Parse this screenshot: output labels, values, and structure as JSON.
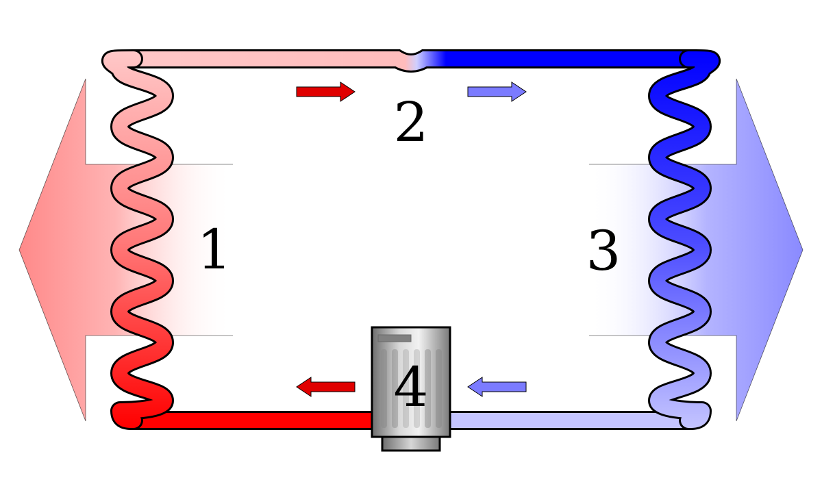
{
  "labels": {
    "condenser": "1",
    "expansion_valve": "2",
    "evaporator": "3",
    "compressor": "4"
  },
  "colors": {
    "hot_dark": "#ff0000",
    "hot_light": "#ffc2c2",
    "cold_dark": "#0000ff",
    "cold_light": "#c4c4ff",
    "arrow_hot": "#e00000",
    "arrow_cold": "#7b7bff",
    "heat_out": "#ff8a8a",
    "heat_in": "#8a8aff",
    "outline": "#000000",
    "compressor_body": "#9a9a9a"
  },
  "icons": {
    "heat_release": "big-left-arrow",
    "heat_absorb": "big-right-arrow",
    "flow": "small-arrow",
    "compressor": "cylinder"
  }
}
